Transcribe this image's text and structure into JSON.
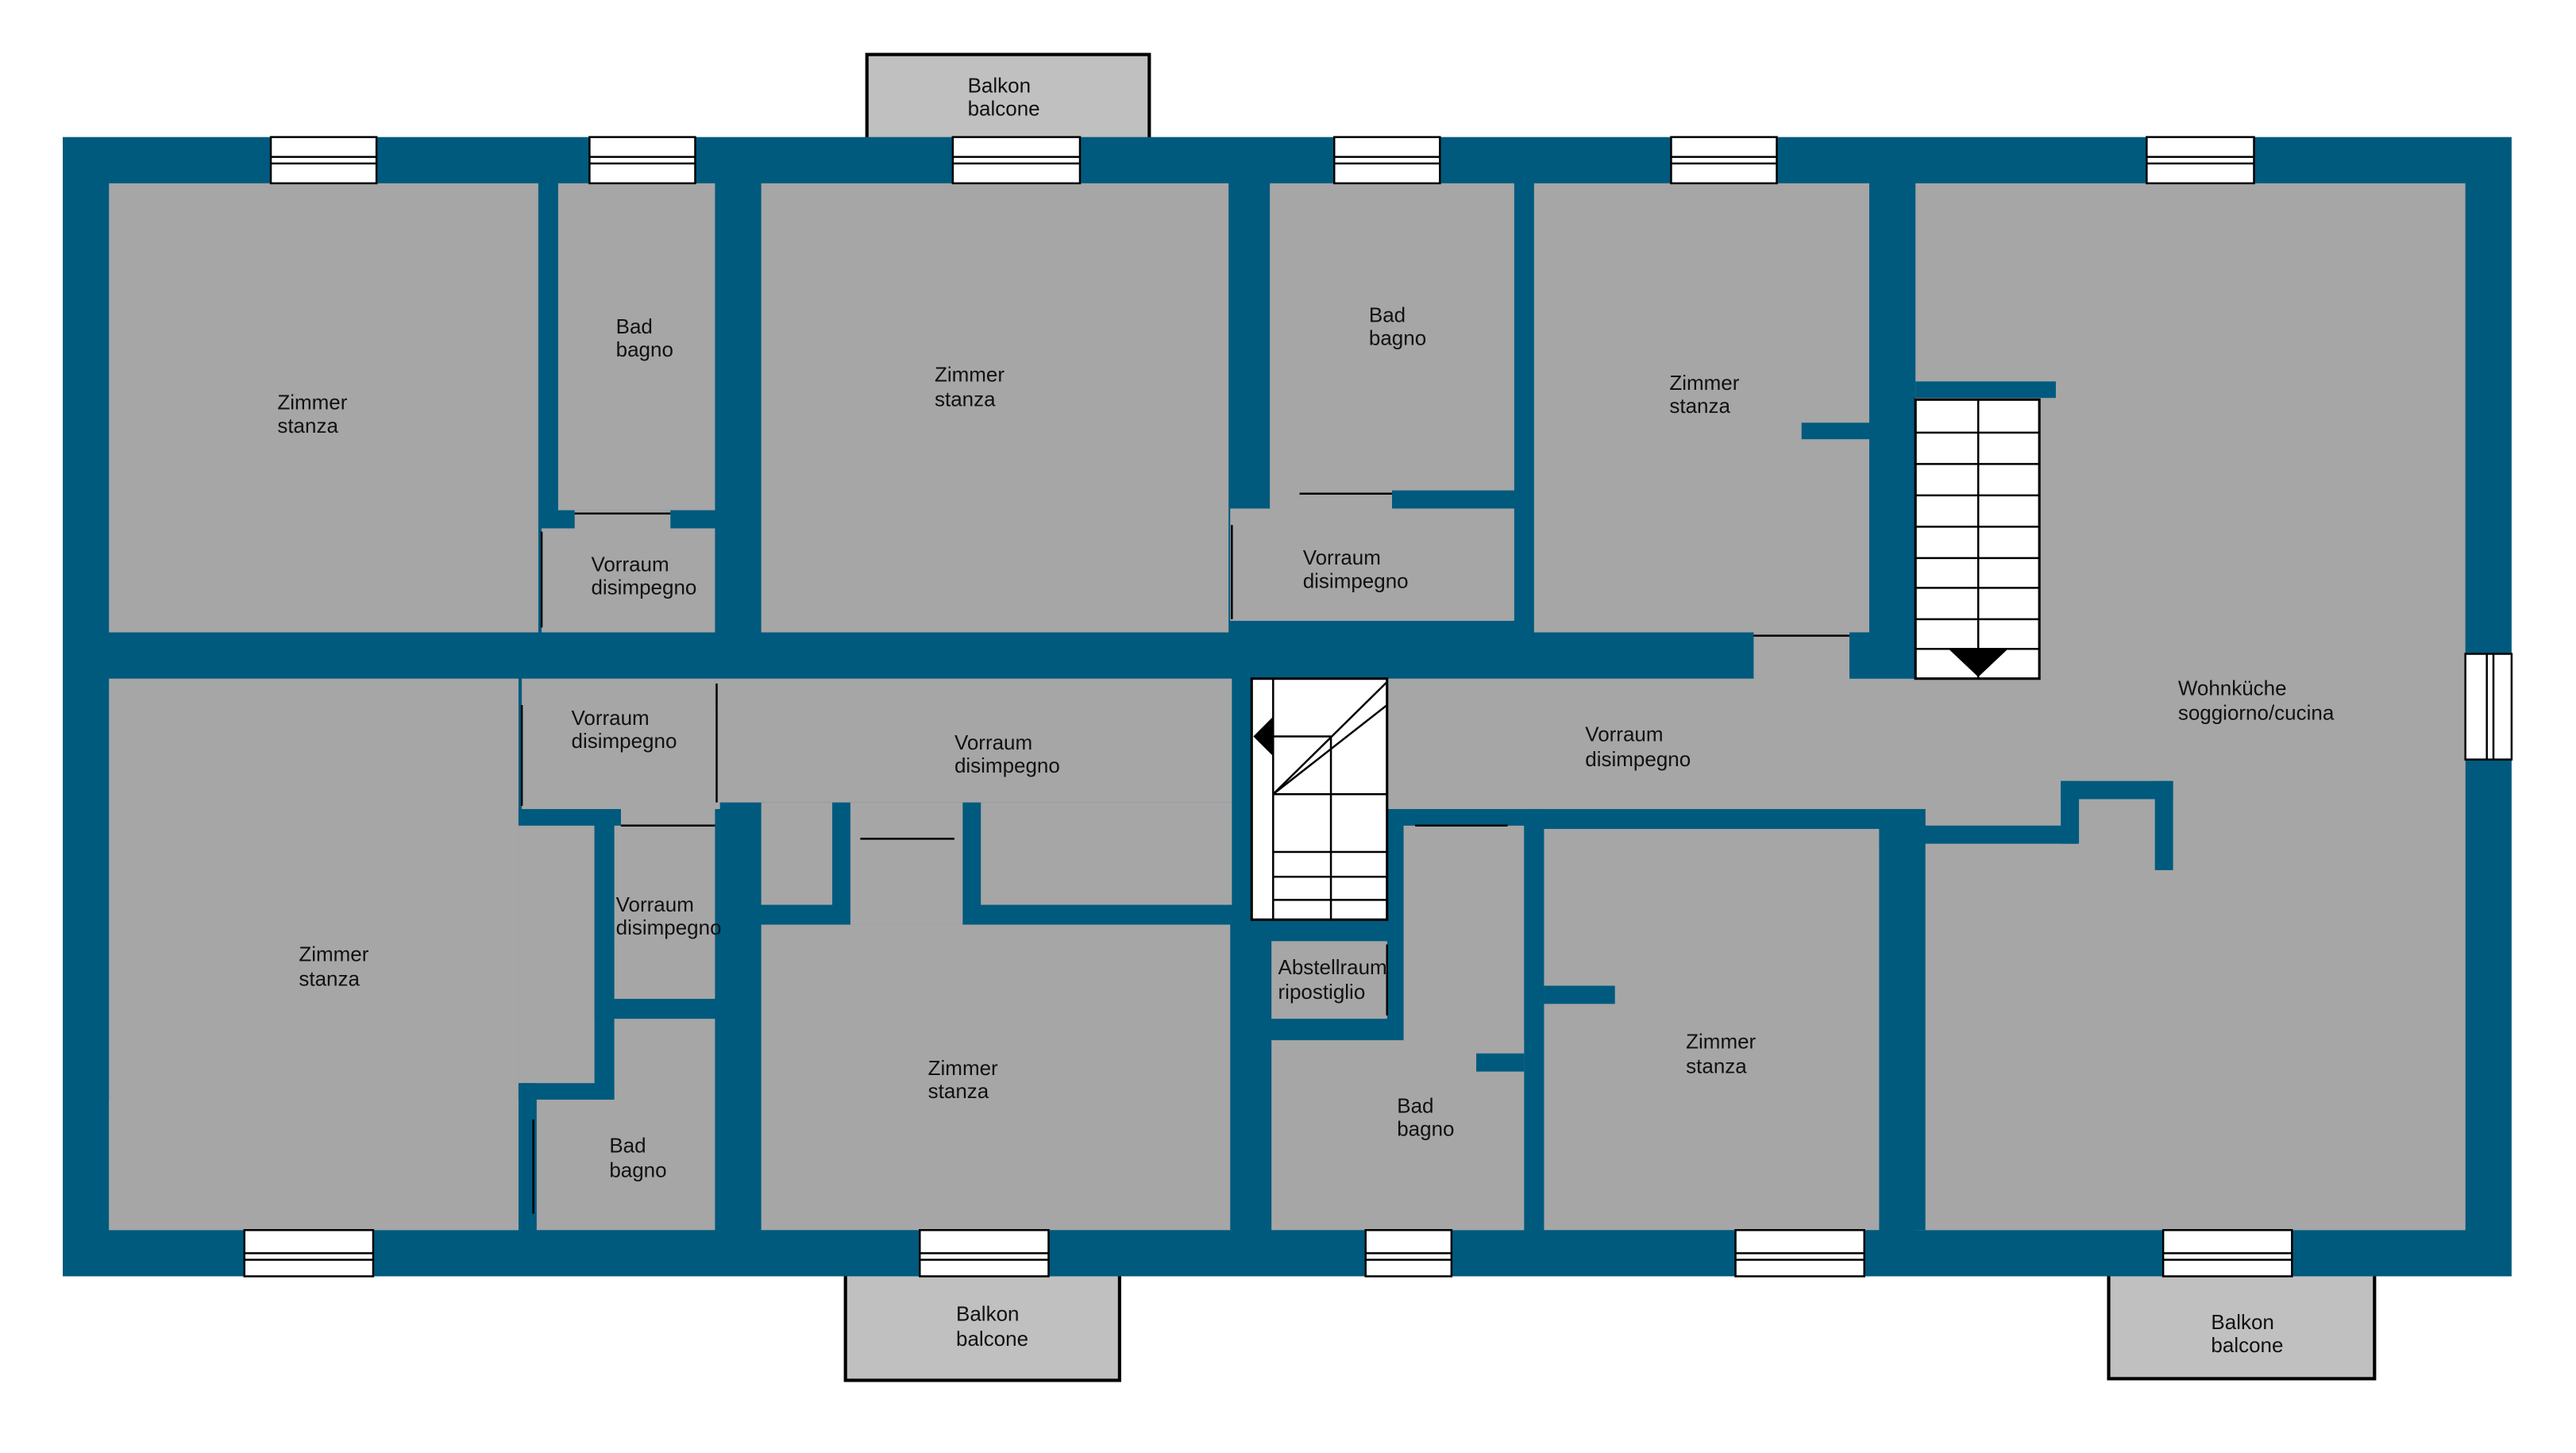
{
  "plan": {
    "colors": {
      "wall": "#005a7e",
      "room": "#a6a6a6",
      "balcony": "#c0c0c0"
    },
    "rooms": [
      {
        "de": "Zimmer",
        "it": "stanza"
      },
      {
        "de": "Bad",
        "it": "bagno"
      },
      {
        "de": "Vorraum",
        "it": "disimpegno"
      },
      {
        "de": "Zimmer",
        "it": "stanza"
      },
      {
        "de": "Bad",
        "it": "bagno"
      },
      {
        "de": "Vorraum",
        "it": "disimpegno"
      },
      {
        "de": "Zimmer",
        "it": "stanza"
      },
      {
        "de": "Wohnküche",
        "it": "soggiorno/cucina"
      },
      {
        "de": "Vorraum",
        "it": "disimpegno"
      },
      {
        "de": "Vorraum",
        "it": "disimpegno"
      },
      {
        "de": "Vorraum",
        "it": "disimpegno"
      },
      {
        "de": "Zimmer",
        "it": "stanza"
      },
      {
        "de": "Bad",
        "it": "bagno"
      },
      {
        "de": "Zimmer",
        "it": "stanza"
      },
      {
        "de": "Abstellraum",
        "it": "ripostiglio"
      },
      {
        "de": "Bad",
        "it": "bagno"
      },
      {
        "de": "Zimmer",
        "it": "stanza"
      },
      {
        "de": "Vorraum",
        "it": "disimpegno"
      }
    ],
    "balconies": [
      {
        "de": "Balkon",
        "it": "balcone"
      },
      {
        "de": "Balkon",
        "it": "balcone"
      },
      {
        "de": "Balkon",
        "it": "balcone"
      }
    ]
  }
}
